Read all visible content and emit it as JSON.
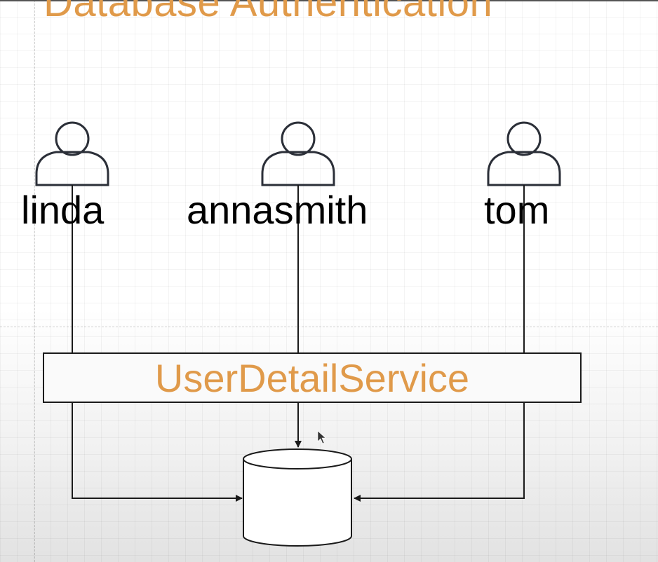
{
  "title": "Database Authentication",
  "users": [
    {
      "name": "linda"
    },
    {
      "name": "annasmith"
    },
    {
      "name": "tom"
    }
  ],
  "service": {
    "label": "UserDetailService"
  },
  "colors": {
    "title": "#e09a4a",
    "service_label": "#e09a4a",
    "stroke": "#1a1a1a",
    "user_icon": "#2b2f38"
  },
  "icons": {
    "user": "user-icon",
    "database": "database-icon",
    "cursor": "cursor-icon"
  }
}
